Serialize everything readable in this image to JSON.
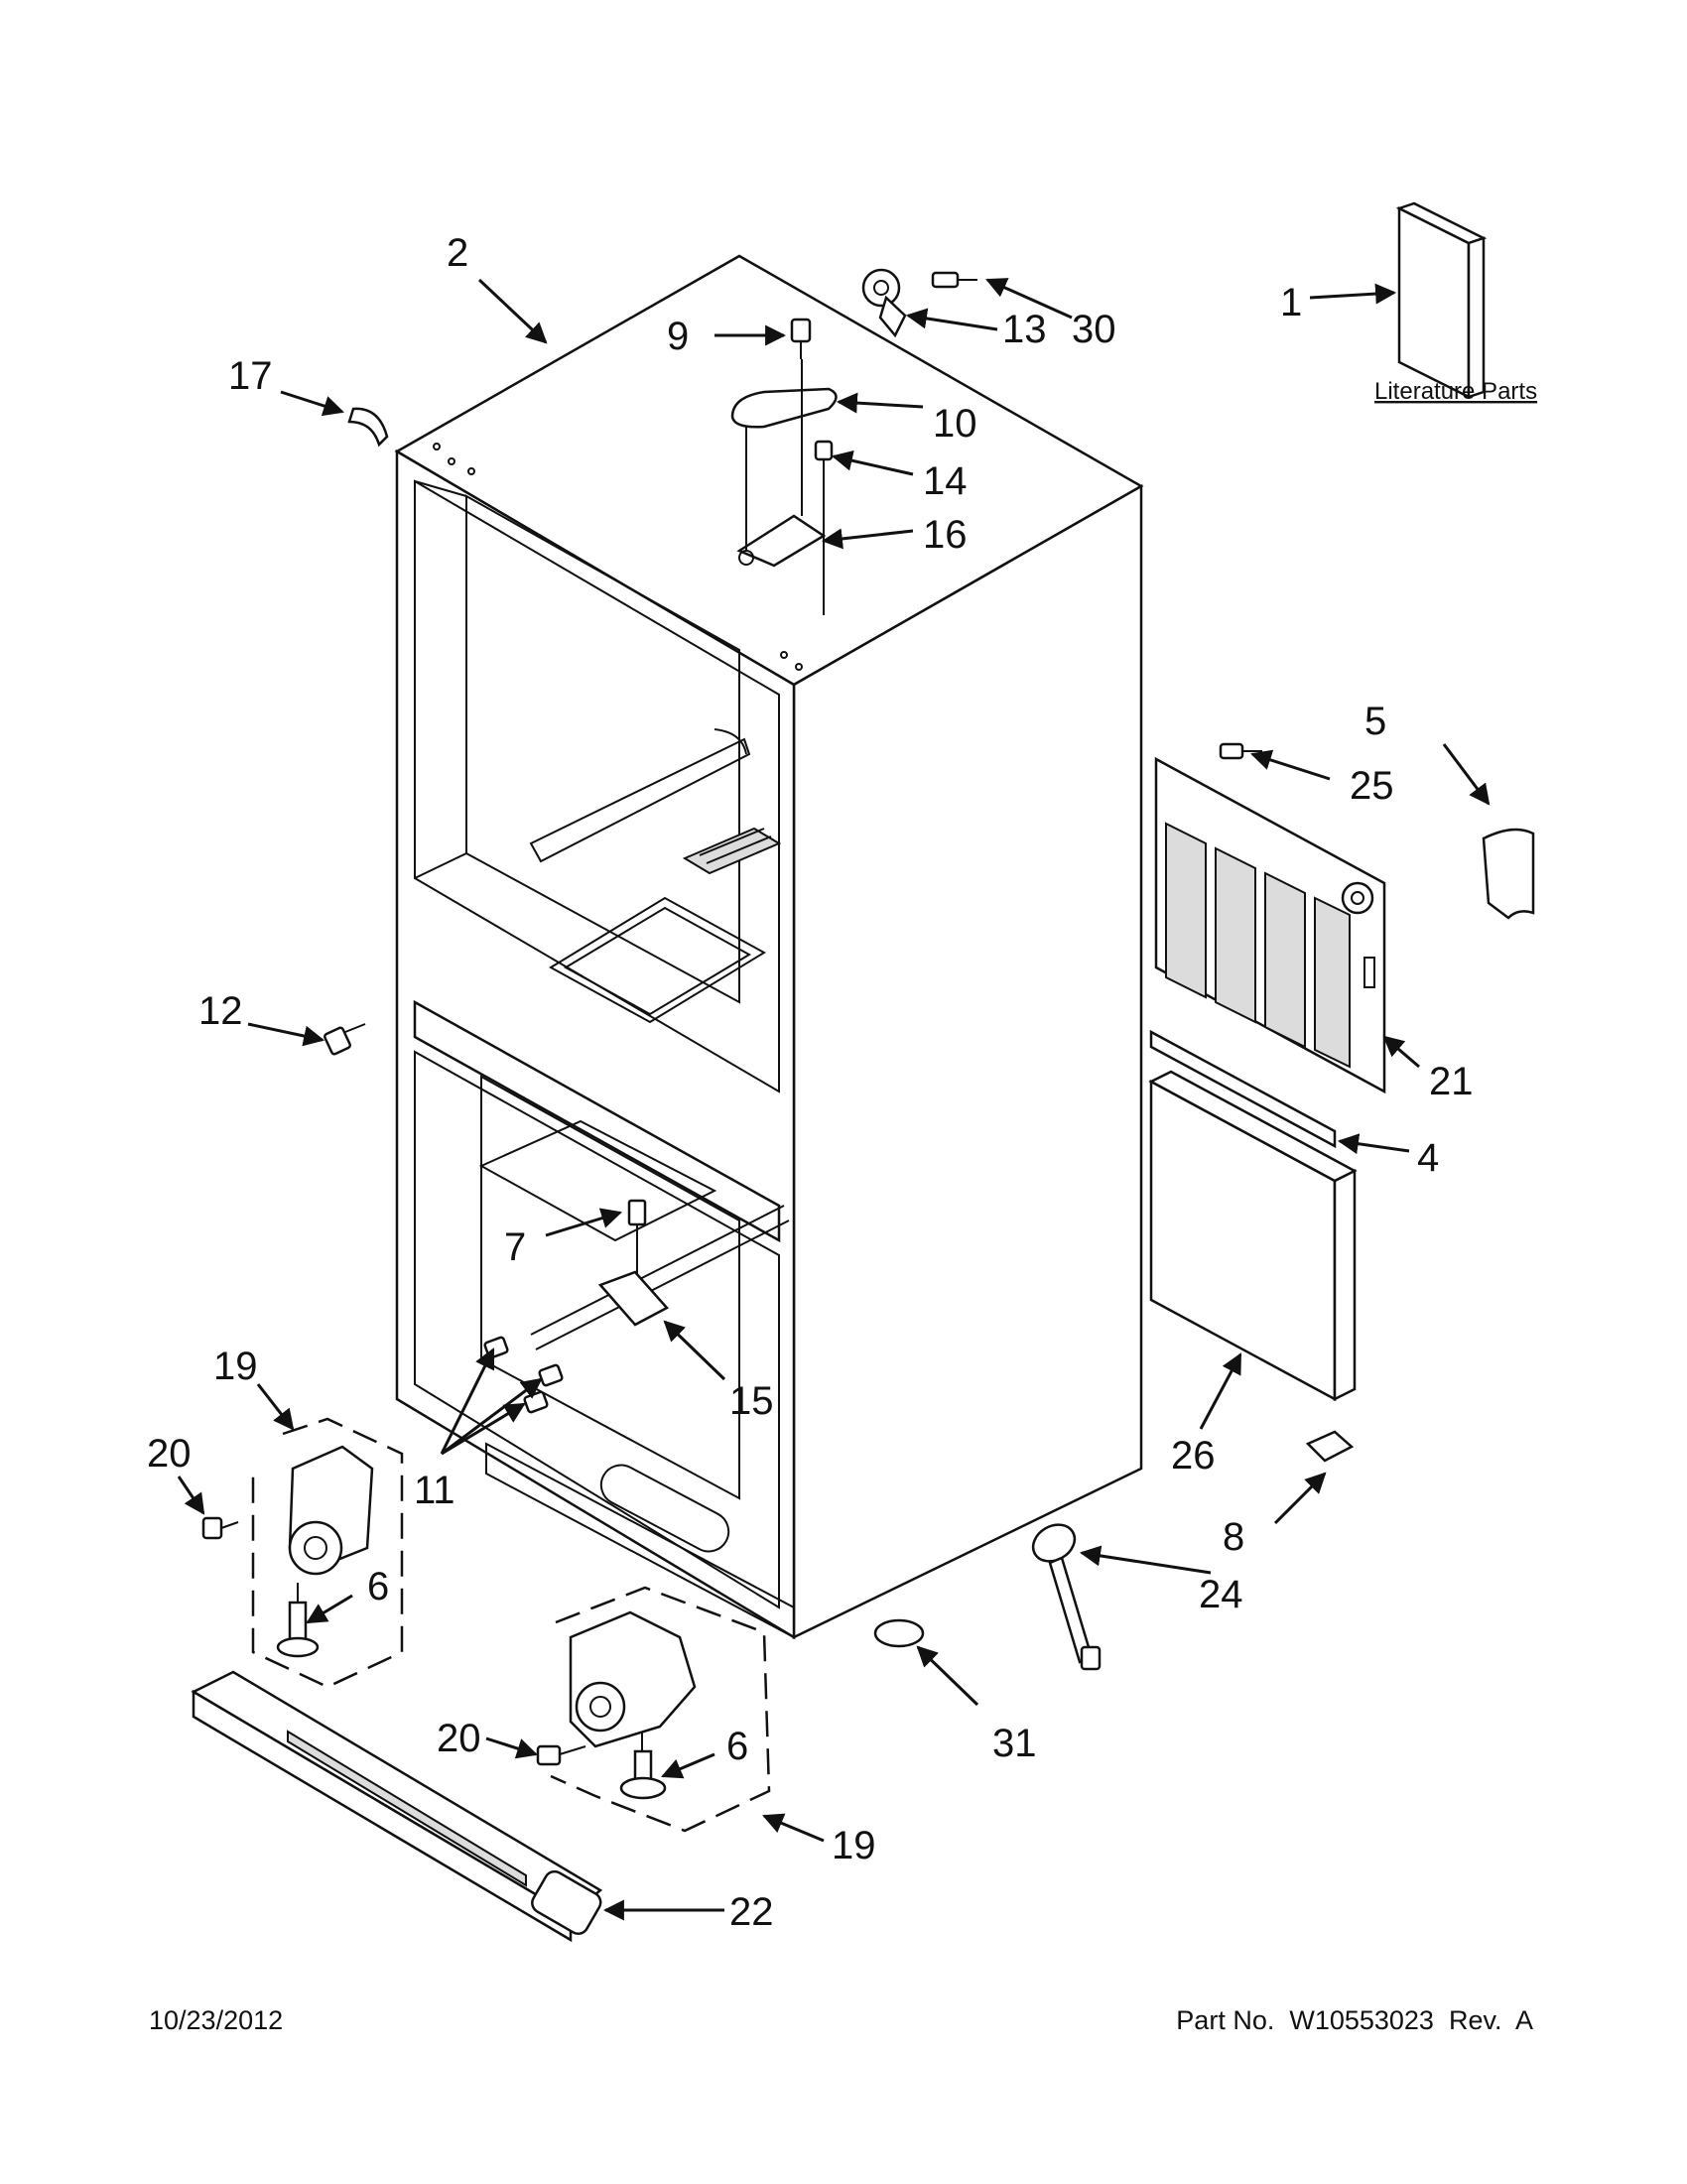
{
  "footer": {
    "date": "10/23/2012",
    "part_number": "Part No.  W10553023  Rev.  A"
  },
  "literature_label": "Literature Parts",
  "callouts": {
    "c1": "1",
    "c2": "2",
    "c4": "4",
    "c5": "5",
    "c6a": "6",
    "c6b": "6",
    "c7": "7",
    "c8": "8",
    "c9": "9",
    "c10": "10",
    "c11": "11",
    "c12": "12",
    "c13": "13",
    "c14": "14",
    "c15": "15",
    "c16": "16",
    "c17": "17",
    "c19a": "19",
    "c19b": "19",
    "c20a": "20",
    "c20b": "20",
    "c21": "21",
    "c22": "22",
    "c24": "24",
    "c25": "25",
    "c26": "26",
    "c30": "30",
    "c31": "31"
  }
}
